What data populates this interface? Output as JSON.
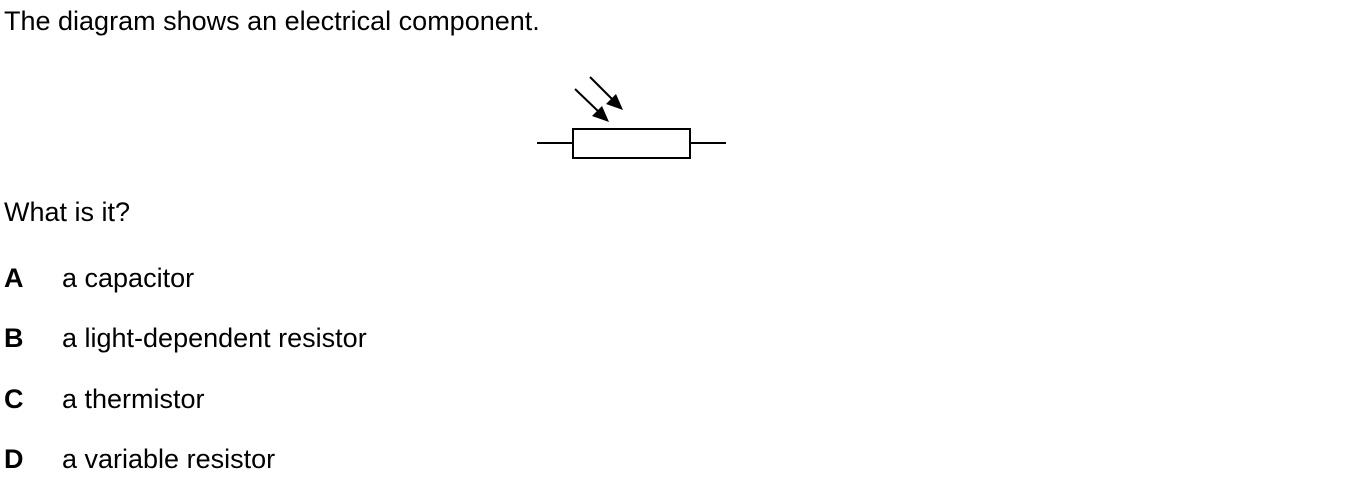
{
  "question": {
    "stem": "The diagram shows an electrical component.",
    "prompt": "What is it?",
    "options": [
      {
        "letter": "A",
        "text": "a capacitor"
      },
      {
        "letter": "B",
        "text": "a light-dependent resistor"
      },
      {
        "letter": "C",
        "text": "a thermistor"
      },
      {
        "letter": "D",
        "text": "a variable resistor"
      }
    ]
  },
  "diagram": {
    "component": "light-dependent-resistor-symbol",
    "stroke_color": "#000000"
  }
}
